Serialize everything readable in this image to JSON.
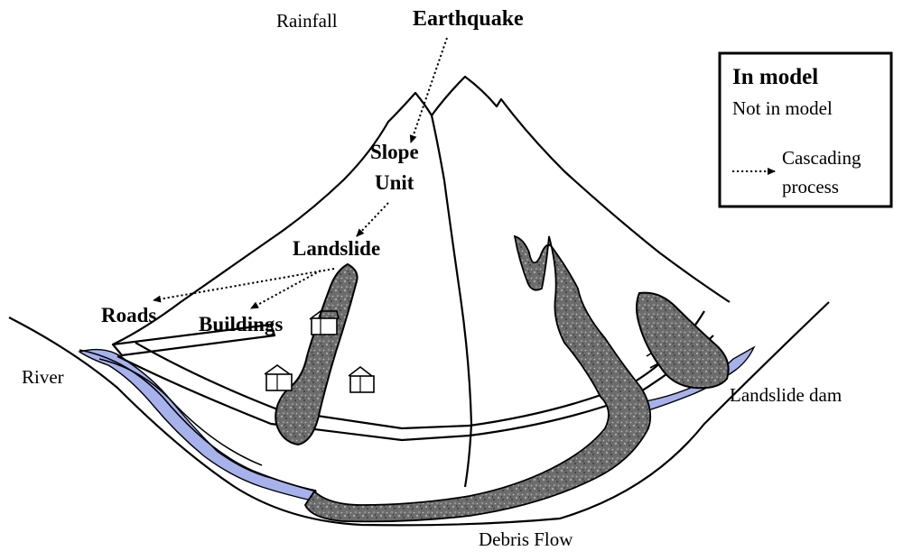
{
  "labels": {
    "rainfall": "Rainfall",
    "earthquake": "Earthquake",
    "slope_unit_line1": "Slope",
    "slope_unit_line2": "Unit",
    "landslide": "Landslide",
    "roads": "Roads",
    "buildings": "Buildings",
    "river": "River",
    "landslide_dam": "Landslide dam",
    "debris_flow": "Debris Flow"
  },
  "legend": {
    "in_model": "In model",
    "not_in_model": "Not in model",
    "cascading_line1": "Cascading",
    "cascading_line2": "process"
  },
  "colors": {
    "river": "#a7b2ec",
    "debris": "#6f6f6f",
    "outline": "#000000"
  }
}
